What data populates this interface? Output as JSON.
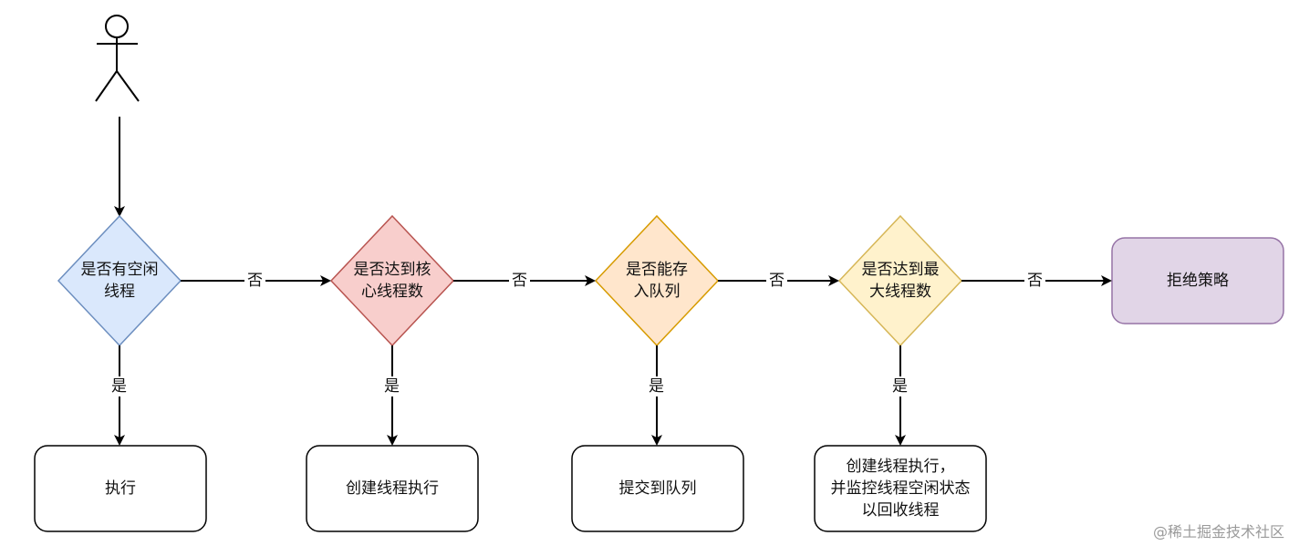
{
  "nodes": {
    "d1": {
      "text": "是否有空闲\n线程",
      "fill": "#dae8fc",
      "stroke": "#6c8ebf"
    },
    "d2": {
      "text": "是否达到核\n心线程数",
      "fill": "#f8cecc",
      "stroke": "#b85450"
    },
    "d3": {
      "text": "是否能存\n入队列",
      "fill": "#ffe6cc",
      "stroke": "#d79b00"
    },
    "d4": {
      "text": "是否达到最\n大线程数",
      "fill": "#fff2cc",
      "stroke": "#d6b656"
    },
    "reject": {
      "text": "拒绝策略",
      "fill": "#e1d5e7",
      "stroke": "#9673a6"
    },
    "b1": {
      "text": "执行"
    },
    "b2": {
      "text": "创建线程执行"
    },
    "b3": {
      "text": "提交到队列"
    },
    "b4": {
      "text": "创建线程执行，\n并监控线程空闲状态\n以回收线程"
    }
  },
  "edge_labels": {
    "no": "否",
    "yes": "是"
  },
  "watermark": "@稀土掘金技术社区"
}
